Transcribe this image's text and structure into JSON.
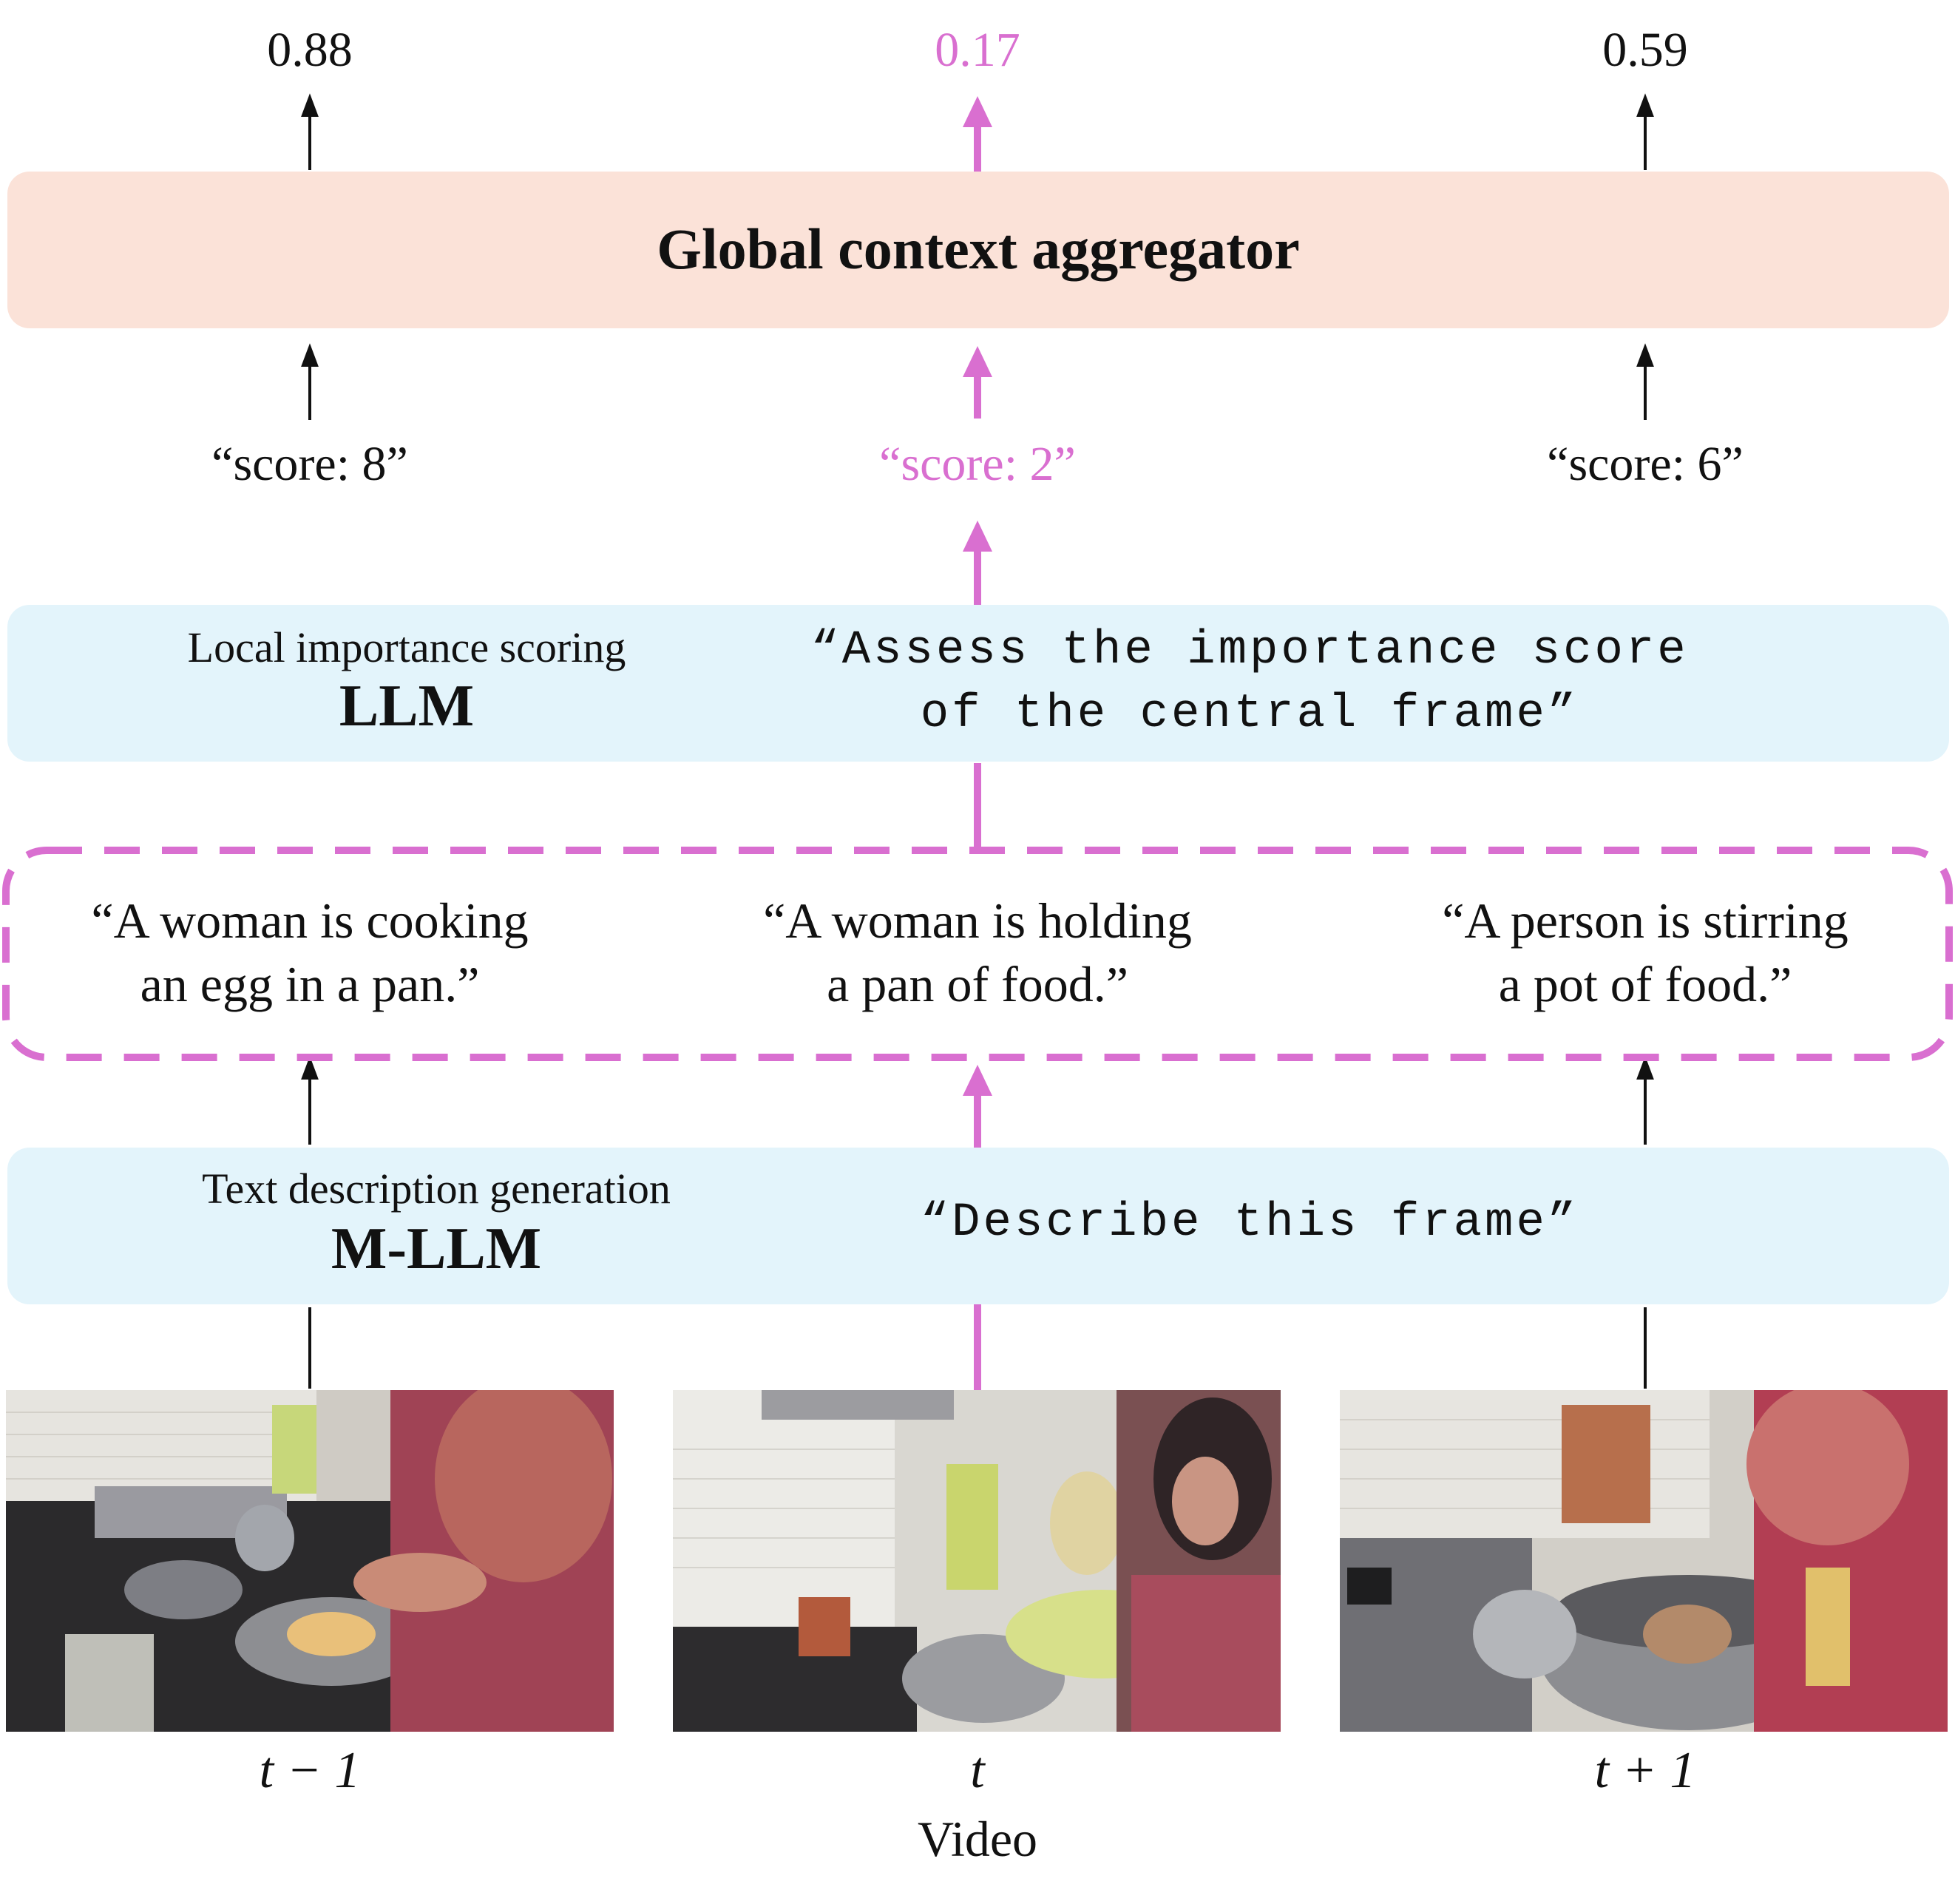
{
  "outputs": {
    "left_score": "0.88",
    "center_score": "0.17",
    "right_score": "0.59"
  },
  "aggregator": {
    "label": "Global context aggregator"
  },
  "llm_scores": {
    "left": "“score: 8”",
    "center": "“score: 2”",
    "right": "“score: 6”"
  },
  "llm_box": {
    "caption": "Local importance scoring",
    "model": "LLM",
    "prompt_line1": "“Assess the importance score",
    "prompt_line2": "of the central frame”"
  },
  "descriptions": {
    "left_line1": "“A woman is cooking",
    "left_line2": "an egg in a pan.”",
    "center_line1": "“A woman is holding",
    "center_line2": "a pan of food.”",
    "right_line1": "“A person is stirring",
    "right_line2": "a pot of food.”"
  },
  "mllm_box": {
    "caption": "Text description generation",
    "model": "M-LLM",
    "prompt": "“Describe this frame”"
  },
  "frames": {
    "left_label": "t − 1",
    "center_label": "t",
    "right_label": "t + 1",
    "video_label": "Video"
  },
  "colors": {
    "highlight": "#d96fd0",
    "aggregator_fill": "#fbe2d8",
    "model_fill": "#e3f4fb",
    "arrow": "#111111"
  }
}
